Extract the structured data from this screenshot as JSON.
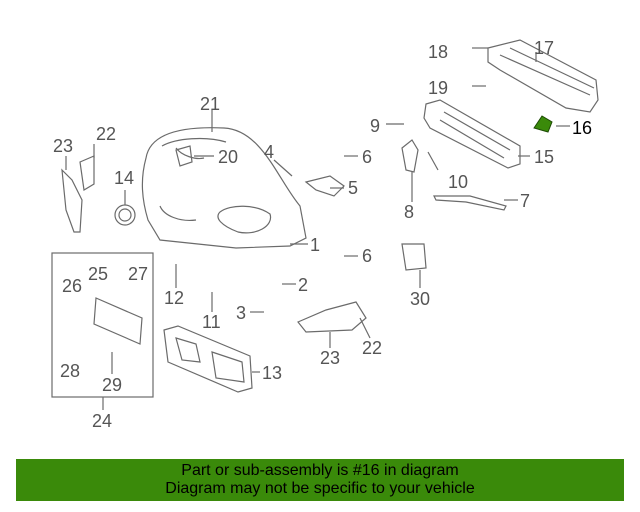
{
  "callouts": [
    "18",
    "17",
    "19",
    "9",
    "16",
    "21",
    "22",
    "23",
    "20",
    "4",
    "6",
    "10",
    "15",
    "14",
    "5",
    "8",
    "7",
    "1",
    "6",
    "30",
    "26",
    "25",
    "27",
    "12",
    "2",
    "11",
    "3",
    "13",
    "23",
    "22",
    "28",
    "29",
    "24"
  ],
  "highlight_color": "#3a8a0a",
  "footer": {
    "line1": "Part or sub-assembly is #16 in diagram",
    "line2": "Diagram may not be specific to your vehicle"
  }
}
